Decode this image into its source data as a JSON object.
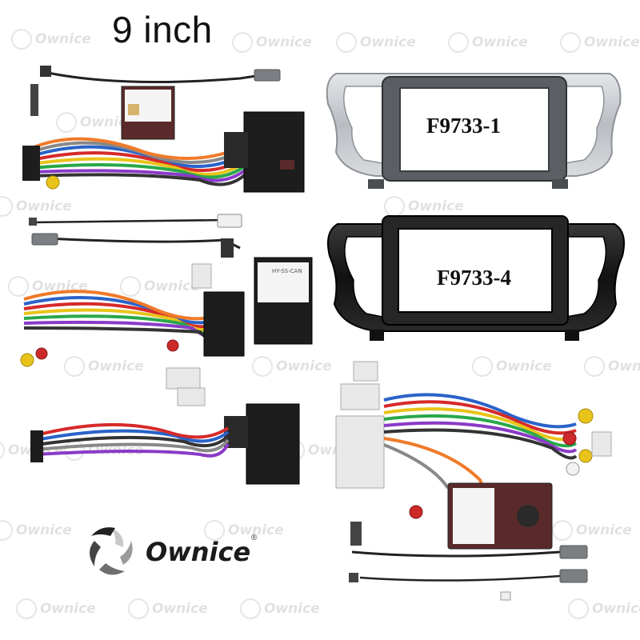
{
  "title": "9 inch",
  "products": [
    {
      "code": "F9733-1",
      "frame_color": "#c9ccd0"
    },
    {
      "code": "F9733-4",
      "frame_color": "#1a1a1a"
    }
  ],
  "brand": {
    "name": "Ownice",
    "registered": "®",
    "logo_icon": "ownice-swirl-logo-icon"
  },
  "watermark_text": "Ownice",
  "module_labels": {
    "can_box_2": "HY-SS-CAN"
  },
  "colors": {
    "background": "#ffffff",
    "connector_black": "#1d1d1d",
    "connector_white": "#e8e8e8",
    "connector_gray": "#7b7f83",
    "box_red": "#5a2a2a",
    "rca_red": "#cc2a2a",
    "rca_yellow": "#e8c41a",
    "rca_white": "#f2f2f2"
  }
}
